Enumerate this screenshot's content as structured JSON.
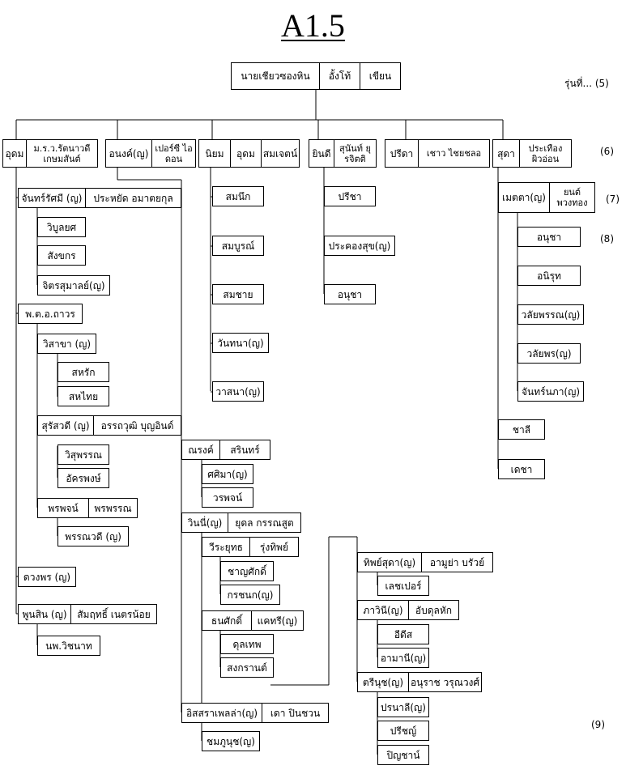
{
  "title": "A1.5",
  "generation_labels": [
    "รุ่นที่... (5)",
    "(6)",
    "(7)",
    "(8)",
    "(9)"
  ],
  "boxes": [
    {
      "id": "root",
      "cells": [
        "นายเชียวซองหิน",
        "อั้งโท้",
        "เขียน"
      ]
    },
    {
      "id": "g6-1",
      "cells": [
        "อุดม",
        "ม.ร.ว.รัตนาวดี เกษมสันต์"
      ]
    },
    {
      "id": "g6-2",
      "cells": [
        "อนงค์(ญ)",
        "เปอร์ซี ไอดอน"
      ]
    },
    {
      "id": "g6-3",
      "cells": [
        "นิยม",
        "อุดม",
        "สมเจตน์"
      ]
    },
    {
      "id": "g6-4",
      "cells": [
        "ยินดี",
        "สุนันท์ ยุรจิตติ"
      ]
    },
    {
      "id": "g6-5",
      "cells": [
        "ปรีดา",
        "เชาว ไชยชลอ"
      ]
    },
    {
      "id": "g6-6",
      "cells": [
        "สุดา",
        "ประเทือง ผิวอ่อน"
      ]
    },
    {
      "id": "b1",
      "cells": [
        "จันทร์รัศมี (ญ)",
        "ประหยัด อมาตยกุล"
      ]
    },
    {
      "id": "b2",
      "cells": [
        "วิบูลยศ"
      ]
    },
    {
      "id": "b3",
      "cells": [
        "สังขกร"
      ]
    },
    {
      "id": "b4",
      "cells": [
        "จิตรสุมาลย์(ญ)"
      ]
    },
    {
      "id": "b5",
      "cells": [
        "พ.ต.อ.ถาวร"
      ]
    },
    {
      "id": "b6",
      "cells": [
        "วิสาขา (ญ)"
      ]
    },
    {
      "id": "b7",
      "cells": [
        "สหรัก"
      ]
    },
    {
      "id": "b8",
      "cells": [
        "สหไทย"
      ]
    },
    {
      "id": "b9",
      "cells": [
        "สุรัสวดี (ญ)",
        "อรรถวุฒิ บุญอินด์"
      ]
    },
    {
      "id": "b10",
      "cells": [
        "วิสุพรรณ"
      ]
    },
    {
      "id": "b11",
      "cells": [
        "อัครพงษ์"
      ]
    },
    {
      "id": "b12",
      "cells": [
        "พรพจน์",
        "พรพรรณ"
      ]
    },
    {
      "id": "b13",
      "cells": [
        "พรรณวดี (ญ)"
      ]
    },
    {
      "id": "b14",
      "cells": [
        "ดวงพร (ญ)"
      ]
    },
    {
      "id": "b15",
      "cells": [
        "พูนสิน (ญ)",
        "สัมฤทธิ์ เนตรน้อย"
      ]
    },
    {
      "id": "b16",
      "cells": [
        "นพ.วิชนาท"
      ]
    },
    {
      "id": "c1",
      "cells": [
        "ณรงค์",
        "สรินทร์"
      ]
    },
    {
      "id": "c2",
      "cells": [
        "ศศิมา(ญ)"
      ]
    },
    {
      "id": "c3",
      "cells": [
        "วรพจน์"
      ]
    },
    {
      "id": "c4",
      "cells": [
        "วินนี่(ญ)",
        "ยุดล กรรณสูต"
      ]
    },
    {
      "id": "c5",
      "cells": [
        "วีระยุทธ",
        "รุ่งทิพย์"
      ]
    },
    {
      "id": "c6",
      "cells": [
        "ชาญศักดิ์"
      ]
    },
    {
      "id": "c7",
      "cells": [
        "กรชนก(ญ)"
      ]
    },
    {
      "id": "c8",
      "cells": [
        "ธนศักดิ์",
        "แคทรี(ญ)"
      ]
    },
    {
      "id": "c9",
      "cells": [
        "ดุลเทพ"
      ]
    },
    {
      "id": "c10",
      "cells": [
        "สงกรานต์"
      ]
    },
    {
      "id": "c11",
      "cells": [
        "อิสสราเพลล่า(ญ)",
        "เดา ปินชวน"
      ]
    },
    {
      "id": "c12",
      "cells": [
        "ชมภูนุช(ญ)"
      ]
    },
    {
      "id": "d1",
      "cells": [
        "ทิพย์สุดา(ญ)",
        "อามูย่า บรัวย์"
      ]
    },
    {
      "id": "d2",
      "cells": [
        "เลชเปอร์"
      ]
    },
    {
      "id": "d3",
      "cells": [
        "ภาวินี(ญ)",
        "อับดุลหัก"
      ]
    },
    {
      "id": "d4",
      "cells": [
        "อีดีส"
      ]
    },
    {
      "id": "d5",
      "cells": [
        "อามานี(ญ)"
      ]
    },
    {
      "id": "d6",
      "cells": [
        "ตรีนุช(ญ)",
        "อนุราช วรุณวงศ์"
      ]
    },
    {
      "id": "d7",
      "cells": [
        "ปรนาลี(ญ)"
      ]
    },
    {
      "id": "d8",
      "cells": [
        "ปรีชญ์"
      ]
    },
    {
      "id": "d9",
      "cells": [
        "ปิญชาน์"
      ]
    },
    {
      "id": "n1",
      "cells": [
        "สมนึก"
      ]
    },
    {
      "id": "n2",
      "cells": [
        "สมบูรณ์"
      ]
    },
    {
      "id": "n3",
      "cells": [
        "สมชาย"
      ]
    },
    {
      "id": "n4",
      "cells": [
        "วันทนา(ญ)"
      ]
    },
    {
      "id": "n5",
      "cells": [
        "วาสนา(ญ)"
      ]
    },
    {
      "id": "y1",
      "cells": [
        "ปรีชา"
      ]
    },
    {
      "id": "y2",
      "cells": [
        "ประคองสุข(ญ)"
      ]
    },
    {
      "id": "y3",
      "cells": [
        "อนุชา"
      ]
    },
    {
      "id": "s1",
      "cells": [
        "เมตตา(ญ)",
        "ยนต์ พวงทอง"
      ]
    },
    {
      "id": "s2",
      "cells": [
        "อนุชา"
      ]
    },
    {
      "id": "s3",
      "cells": [
        "อนิรุท"
      ]
    },
    {
      "id": "s4",
      "cells": [
        "วลัยพรรณ(ญ)"
      ]
    },
    {
      "id": "s5",
      "cells": [
        "วลัยพร(ญ)"
      ]
    },
    {
      "id": "s6",
      "cells": [
        "จันทร์นภา(ญ)"
      ]
    },
    {
      "id": "s7",
      "cells": [
        "ชาลี"
      ]
    },
    {
      "id": "s8",
      "cells": [
        "เดชา"
      ]
    }
  ]
}
